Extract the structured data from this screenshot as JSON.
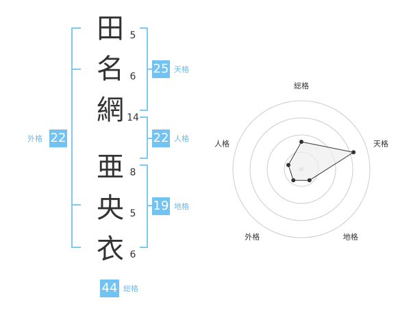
{
  "name": {
    "surname": [
      {
        "char": "田",
        "strokes": "5"
      },
      {
        "char": "名",
        "strokes": "6"
      },
      {
        "char": "網",
        "strokes": "14"
      }
    ],
    "given": [
      {
        "char": "亜",
        "strokes": "8"
      },
      {
        "char": "央",
        "strokes": "5"
      },
      {
        "char": "衣",
        "strokes": "6"
      }
    ]
  },
  "kaku": {
    "tenkaku": {
      "value": "25",
      "label": "天格"
    },
    "jinkaku": {
      "value": "22",
      "label": "人格"
    },
    "chikaku": {
      "value": "19",
      "label": "地格"
    },
    "gaikaku": {
      "value": "22",
      "label": "外格"
    },
    "soukaku": {
      "value": "44",
      "label": "総格"
    }
  },
  "colors": {
    "accent": "#72c3f2",
    "bracket": "#7fc7f0",
    "ring": "#cccccc",
    "fill": "#eeeeee",
    "line": "#333333"
  },
  "chart_data": {
    "type": "radar",
    "categories": [
      "総格",
      "天格",
      "地格",
      "外格",
      "人格"
    ],
    "values": [
      2,
      4,
      1,
      1,
      1
    ],
    "max": 5
  }
}
